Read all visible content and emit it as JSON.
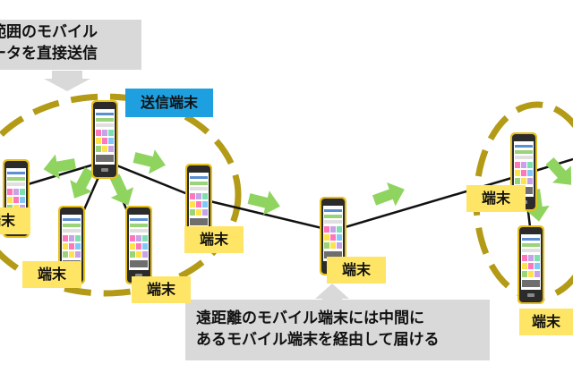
{
  "callouts": {
    "top": {
      "line1": "範囲のモバイル",
      "line2": "ータを直接送信"
    },
    "bottom": {
      "line1": "遠距離のモバイル端末には中間に",
      "line2": "あるモバイル端末を経由して届ける"
    }
  },
  "sender_label": "送信端末",
  "terminal_labels": [
    "端末",
    "端末",
    "端末",
    "端末",
    "端末",
    "端末",
    "端末"
  ],
  "colors": {
    "circle": "#b39b17",
    "arrow": "#8ed45f",
    "callout_bg": "#d9d9d9",
    "label_bg": "#ffe566",
    "sender_bg": "#1ea0e0",
    "phone_body": "#2b2b2b",
    "phone_frame": "#e8c21a"
  }
}
